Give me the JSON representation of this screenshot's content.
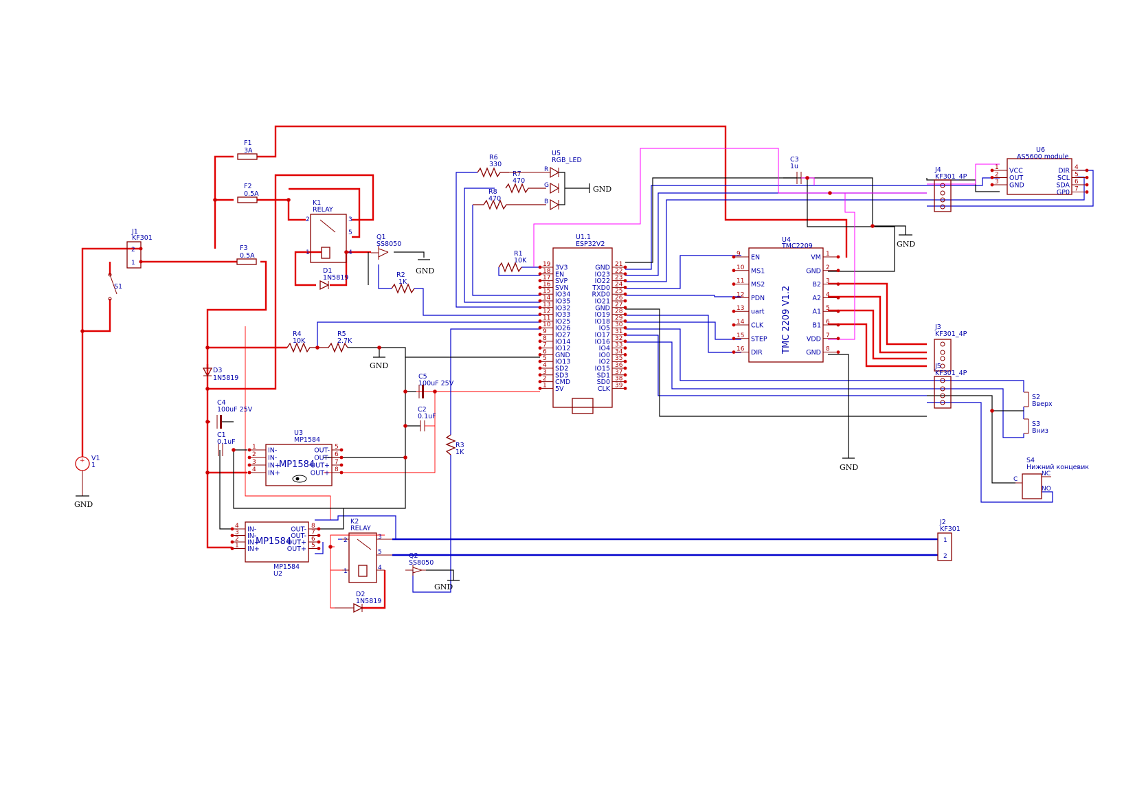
{
  "components": {
    "F1": {
      "ref": "F1",
      "value": "3A"
    },
    "F2": {
      "ref": "F2",
      "value": "0.5A"
    },
    "F3": {
      "ref": "F3",
      "value": "0.5A"
    },
    "J1": {
      "ref": "J1",
      "value": "KF301",
      "pins": [
        "2",
        "1"
      ]
    },
    "S1": {
      "ref": "S1"
    },
    "V1": {
      "ref": "V1",
      "value": "1"
    },
    "K1": {
      "ref": "K1",
      "value": "RELAY",
      "pins": [
        "2",
        "3",
        "5",
        "1",
        "4"
      ]
    },
    "D1": {
      "ref": "D1",
      "value": "1N5819"
    },
    "Q1": {
      "ref": "Q1",
      "value": "SS8050"
    },
    "R2": {
      "ref": "R2",
      "value": "1K"
    },
    "R6": {
      "ref": "R6",
      "value": "330"
    },
    "R7": {
      "ref": "R7",
      "value": "470"
    },
    "R8": {
      "ref": "R8",
      "value": "470"
    },
    "U5": {
      "ref": "U5",
      "value": "RGB_LED",
      "pins": [
        "R",
        "G",
        "B"
      ]
    },
    "R1": {
      "ref": "R1",
      "value": "10K"
    },
    "U1": {
      "ref": "U1.1",
      "value": "ESP32V2",
      "left": [
        {
          "num": "19",
          "name": "3V3"
        },
        {
          "num": "18",
          "name": "EN"
        },
        {
          "num": "17",
          "name": "SVP"
        },
        {
          "num": "16",
          "name": "SVN"
        },
        {
          "num": "15",
          "name": "IO34"
        },
        {
          "num": "14",
          "name": "IO35"
        },
        {
          "num": "13",
          "name": "IO32"
        },
        {
          "num": "12",
          "name": "IO33"
        },
        {
          "num": "11",
          "name": "IO25"
        },
        {
          "num": "10",
          "name": "IO26"
        },
        {
          "num": "9",
          "name": "IO27"
        },
        {
          "num": "8",
          "name": "IO14"
        },
        {
          "num": "7",
          "name": "IO12"
        },
        {
          "num": "6",
          "name": "GND"
        },
        {
          "num": "5",
          "name": "IO13"
        },
        {
          "num": "4",
          "name": "SD2"
        },
        {
          "num": "3",
          "name": "SD3"
        },
        {
          "num": "2",
          "name": "CMD"
        },
        {
          "num": "1",
          "name": "5V"
        }
      ],
      "right": [
        {
          "num": "21",
          "name": "GND"
        },
        {
          "num": "22",
          "name": "IO23"
        },
        {
          "num": "23",
          "name": "IO22"
        },
        {
          "num": "24",
          "name": "TXD0"
        },
        {
          "num": "25",
          "name": "RXD0"
        },
        {
          "num": "26",
          "name": "IO21"
        },
        {
          "num": "27",
          "name": "GND"
        },
        {
          "num": "28",
          "name": "IO19"
        },
        {
          "num": "29",
          "name": "IO18"
        },
        {
          "num": "30",
          "name": "IO5"
        },
        {
          "num": "31",
          "name": "IO17"
        },
        {
          "num": "32",
          "name": "IO16"
        },
        {
          "num": "33",
          "name": "IO4"
        },
        {
          "num": "34",
          "name": "IO0"
        },
        {
          "num": "35",
          "name": "IO2"
        },
        {
          "num": "36",
          "name": "IO15"
        },
        {
          "num": "37",
          "name": "SD1"
        },
        {
          "num": "38",
          "name": "SD0"
        },
        {
          "num": "39",
          "name": "CLK"
        }
      ]
    },
    "U4": {
      "ref": "U4",
      "value": "TMC2209",
      "title": "TMC 2209 V1.2",
      "left": [
        {
          "num": "9",
          "name": "EN"
        },
        {
          "num": "10",
          "name": "MS1"
        },
        {
          "num": "11",
          "name": "MS2"
        },
        {
          "num": "12",
          "name": "PDN"
        },
        {
          "num": "13",
          "name": "uart"
        },
        {
          "num": "14",
          "name": "CLK"
        },
        {
          "num": "15",
          "name": "STEP"
        },
        {
          "num": "16",
          "name": "DIR"
        }
      ],
      "right": [
        {
          "num": "1",
          "name": "VM"
        },
        {
          "num": "2",
          "name": "GND"
        },
        {
          "num": "3",
          "name": "B2"
        },
        {
          "num": "4",
          "name": "A2"
        },
        {
          "num": "5",
          "name": "A1"
        },
        {
          "num": "6",
          "name": "B1"
        },
        {
          "num": "7",
          "name": "VDD"
        },
        {
          "num": "8",
          "name": "GND"
        }
      ]
    },
    "C3": {
      "ref": "C3",
      "value": "1u"
    },
    "J4": {
      "ref": "J4",
      "value": "KF301_4P"
    },
    "U6": {
      "ref": "U6",
      "value": "AS5600 module",
      "left": [
        {
          "num": "1",
          "name": "VCC"
        },
        {
          "num": "2",
          "name": "OUT"
        },
        {
          "num": "3",
          "name": "GND"
        }
      ],
      "right": [
        {
          "num": "4",
          "name": "DIR"
        },
        {
          "num": "5",
          "name": "SCL"
        },
        {
          "num": "6",
          "name": "SDA"
        },
        {
          "num": "7",
          "name": "GP0"
        }
      ]
    },
    "J3": {
      "ref": "J3",
      "value": "KF301_4P"
    },
    "J5": {
      "ref": "J5",
      "value": "KF301_4P"
    },
    "S2": {
      "ref": "S2",
      "value": "Вверх"
    },
    "S3": {
      "ref": "S3",
      "value": "Вниз"
    },
    "S4": {
      "ref": "S4",
      "value": "Нижний концевик",
      "pins": [
        "C",
        "NC",
        "NO"
      ]
    },
    "R4": {
      "ref": "R4",
      "value": "10K"
    },
    "R5": {
      "ref": "R5",
      "value": "2.7K"
    },
    "D3": {
      "ref": "D3",
      "value": "1N5819"
    },
    "C4": {
      "ref": "C4",
      "value": "100uF 25V"
    },
    "C1": {
      "ref": "C1",
      "value": "0.1uF"
    },
    "C5": {
      "ref": "C5",
      "value": "100uF 25V"
    },
    "C2": {
      "ref": "C2",
      "value": "0.1uF"
    },
    "U3": {
      "ref": "U3",
      "value": "MP1584",
      "title": "MP1584",
      "left": [
        {
          "num": "1",
          "name": "IN-"
        },
        {
          "num": "2",
          "name": "IN-"
        },
        {
          "num": "3",
          "name": "IN+"
        },
        {
          "num": "4",
          "name": "IN+"
        }
      ],
      "right": [
        {
          "num": "5",
          "name": "OUT-"
        },
        {
          "num": "6",
          "name": "OUT-"
        },
        {
          "num": "7",
          "name": "OUT+"
        },
        {
          "num": "8",
          "name": "OUT+"
        }
      ]
    },
    "R3": {
      "ref": "R3",
      "value": "1K"
    },
    "U2": {
      "ref": "U2",
      "value": "MP1584",
      "title": "MP1584",
      "left": [
        {
          "num": "4",
          "name": "IN-"
        },
        {
          "num": "3",
          "name": "IN-"
        },
        {
          "num": "2",
          "name": "IN+"
        },
        {
          "num": "1",
          "name": "IN+"
        }
      ],
      "right": [
        {
          "num": "8",
          "name": "OUT-"
        },
        {
          "num": "7",
          "name": "OUT-"
        },
        {
          "num": "6",
          "name": "OUT+"
        },
        {
          "num": "5",
          "name": "OUT+"
        }
      ]
    },
    "K2": {
      "ref": "K2",
      "value": "RELAY",
      "pins": [
        "2",
        "3",
        "5",
        "1",
        "4"
      ]
    },
    "Q2": {
      "ref": "Q2",
      "value": "SS8050"
    },
    "D2": {
      "ref": "D2",
      "value": "1N5819"
    },
    "J2": {
      "ref": "J2",
      "value": "KF301",
      "pins": [
        "1",
        "2"
      ]
    }
  },
  "gnd_label": "GND",
  "colors": {
    "power": "#e00000",
    "signal": "#0000cc",
    "ground": "#000000",
    "i2c": "#ff00ff",
    "body": "#880000"
  }
}
